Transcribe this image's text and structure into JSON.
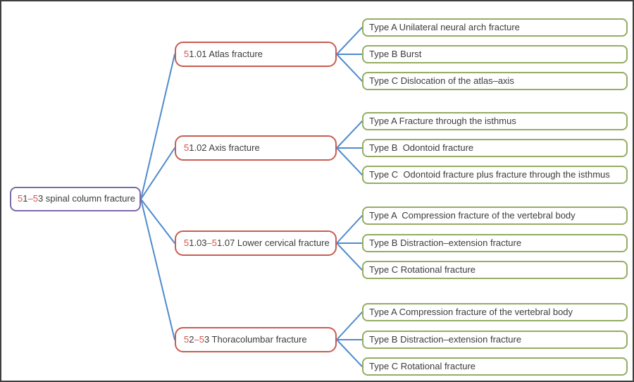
{
  "colors": {
    "frame_border": "#3f3f3f",
    "root_border": "#7e6aa6",
    "branch_border": "#c95c52",
    "leaf_border": "#94ad62",
    "connector_blue": "#4f8bce",
    "text": "#3d3c3c",
    "highlight_red": "#d5564c",
    "background": "#ffffff"
  },
  "tree": {
    "root": {
      "text": "51–53 spinal column fracture",
      "segments": [
        {
          "t": "5",
          "c": "red"
        },
        {
          "t": "1",
          "c": "default"
        },
        {
          "t": "–",
          "c": "red"
        },
        {
          "t": "5",
          "c": "red"
        },
        {
          "t": "3 spinal column fracture",
          "c": "default"
        }
      ]
    },
    "branches": [
      {
        "text": "51.01 Atlas fracture",
        "segments": [
          {
            "t": "5",
            "c": "red"
          },
          {
            "t": "1.01 Atlas fracture",
            "c": "default"
          }
        ],
        "children": [
          "Type A Unilateral neural arch fracture",
          "Type B Burst",
          "Type C Dislocation of the atlas–axis"
        ]
      },
      {
        "text": "51.02 Axis fracture",
        "segments": [
          {
            "t": "5",
            "c": "red"
          },
          {
            "t": "1.02 Axis fracture",
            "c": "default"
          }
        ],
        "children": [
          "Type A Fracture through the isthmus",
          "Type B  Odontoid fracture",
          "Type C  Odontoid fracture plus fracture through the isthmus"
        ]
      },
      {
        "text": "51.03–51.07 Lower cervical fracture",
        "segments": [
          {
            "t": "5",
            "c": "red"
          },
          {
            "t": "1.03",
            "c": "default"
          },
          {
            "t": "–",
            "c": "red"
          },
          {
            "t": "5",
            "c": "red"
          },
          {
            "t": "1.07 Lower cervical fracture",
            "c": "default"
          }
        ],
        "children": [
          "Type A  Compression fracture of the vertebral body",
          "Type B Distraction–extension fracture",
          "Type C Rotational fracture"
        ]
      },
      {
        "text": "52–53 Thoracolumbar fracture",
        "segments": [
          {
            "t": "5",
            "c": "red"
          },
          {
            "t": "2",
            "c": "default"
          },
          {
            "t": "–",
            "c": "red"
          },
          {
            "t": "5",
            "c": "red"
          },
          {
            "t": "3 Thoracolumbar fracture",
            "c": "default"
          }
        ],
        "children": [
          "Type A Compression fracture of the vertebral body",
          "Type B Distraction–extension fracture",
          "Type C Rotational fracture"
        ]
      }
    ]
  }
}
